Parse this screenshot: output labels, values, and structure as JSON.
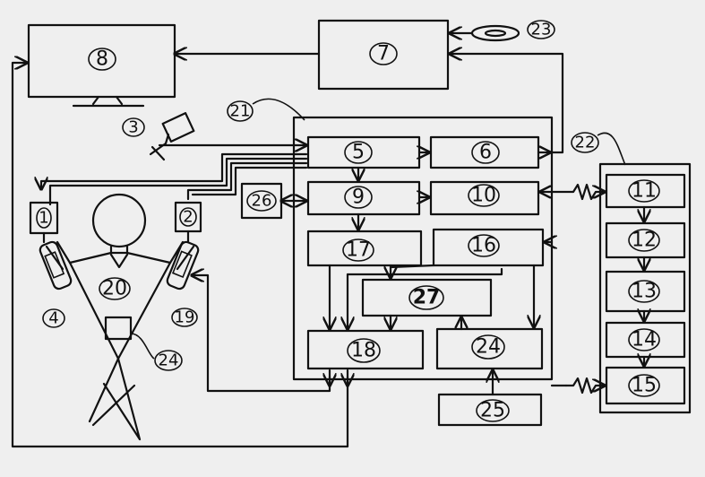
{
  "labels": {
    "n1": "1",
    "n2": "2",
    "n3": "3",
    "n4": "4",
    "n5": "5",
    "n6": "6",
    "n7": "7",
    "n8": "8",
    "n9": "9",
    "n10": "10",
    "n11": "11",
    "n12": "12",
    "n13": "13",
    "n14": "14",
    "n15": "15",
    "n16": "16",
    "n17": "17",
    "n18": "18",
    "n19": "19",
    "n20": "20",
    "n21": "21",
    "n22": "22",
    "n23": "23",
    "n24_block": "24",
    "n24_device": "24",
    "n25": "25",
    "n26": "26",
    "n27": "27"
  },
  "colors": {
    "ink": "#111111",
    "paper": "#efefef"
  }
}
